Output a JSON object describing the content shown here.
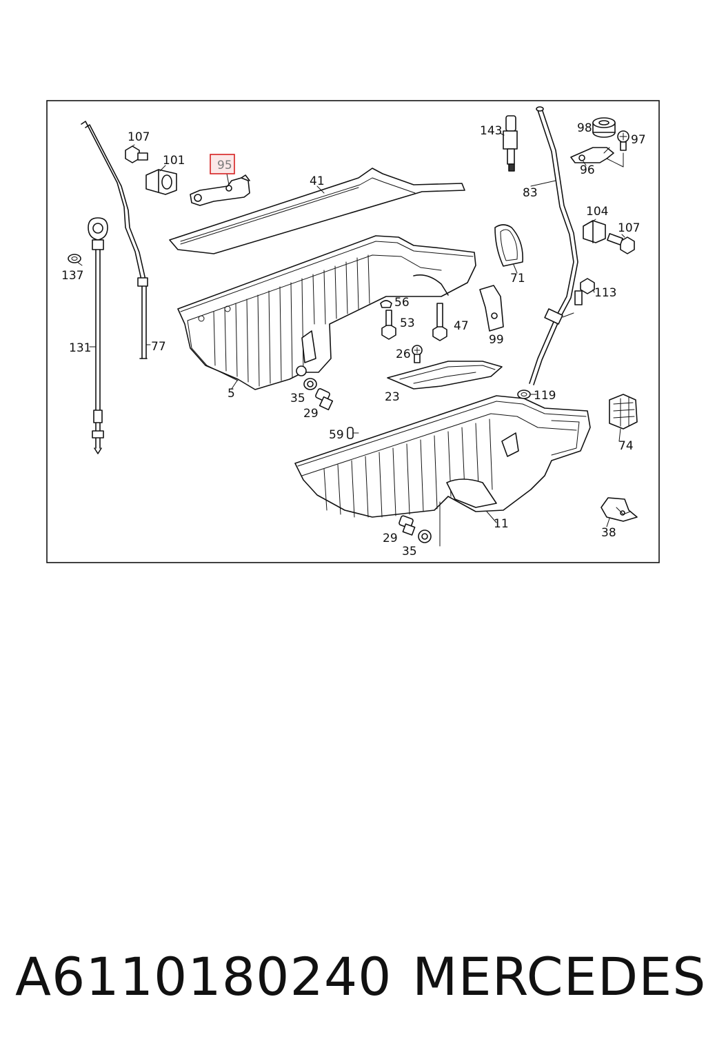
{
  "diagram": {
    "callouts": {
      "c107a": "107",
      "c101": "101",
      "c95": "95",
      "c41": "41",
      "c143": "143",
      "c98": "98",
      "c97": "97",
      "c96": "96",
      "c83": "83",
      "c104": "104",
      "c107b": "107",
      "c137": "137",
      "c71": "71",
      "c113": "113",
      "c56": "56",
      "c53": "53",
      "c47": "47",
      "c99": "99",
      "c131": "131",
      "c77": "77",
      "c26": "26",
      "c5": "5",
      "c35a": "35",
      "c29a": "29",
      "c23": "23",
      "c119": "119",
      "c74": "74",
      "c59": "59",
      "c11": "11",
      "c29b": "29",
      "c35b": "35",
      "c38": "38"
    },
    "highlighted_callout": "95",
    "highlight_color": "#d62020"
  },
  "footer": {
    "part_number": "A6110180240",
    "brand": "MERCEDES"
  }
}
